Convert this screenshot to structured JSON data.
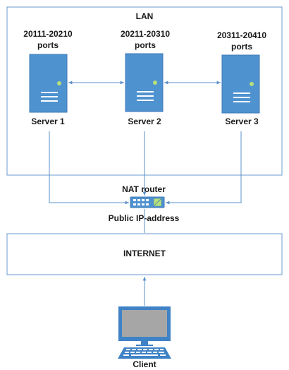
{
  "lan": {
    "label": "LAN"
  },
  "servers": [
    {
      "ports_line1": "20111-20210",
      "ports_line2": "ports",
      "name": "Server 1"
    },
    {
      "ports_line1": "20211-20310",
      "ports_line2": "ports",
      "name": "Server 2"
    },
    {
      "ports_line1": "20311-20410",
      "ports_line2": "ports",
      "name": "Server 3"
    }
  ],
  "router": {
    "label": "NAT router",
    "sublabel": "Public IP-address"
  },
  "internet": {
    "label": "INTERNET"
  },
  "client": {
    "label": "Client"
  },
  "colors": {
    "box_border": "#6a9bcc",
    "server_fill": "#4f92d0",
    "server_edge": "#3c7ab8",
    "connector": "#5a90c8",
    "led": "#b7e07a",
    "monitor_frame": "#3f82c6",
    "monitor_screen": "#a6a6a6"
  }
}
